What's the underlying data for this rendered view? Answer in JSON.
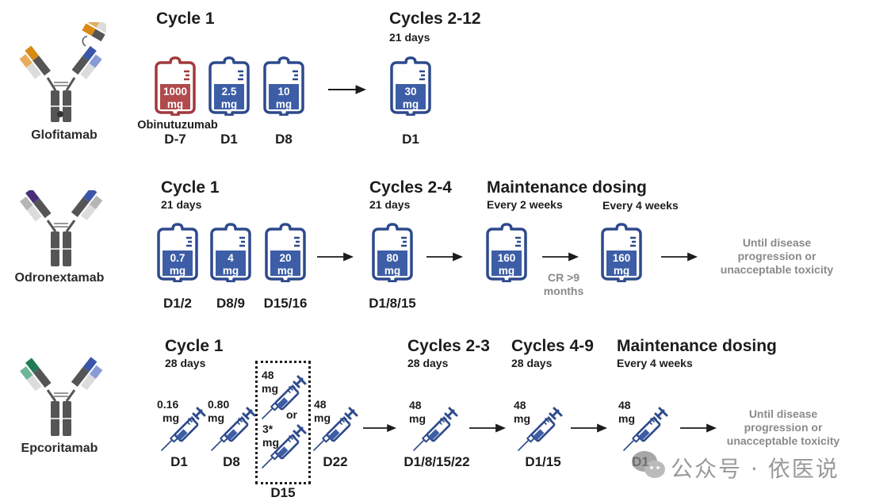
{
  "colors": {
    "bag_blue": "#2e4a8c",
    "bag_fill_blue": "#3d5ea6",
    "bag_red": "#a2393b",
    "bag_fill_red": "#b04a4c",
    "syringe_blue": "#2e4a8c",
    "text_dark": "#1c1c1c",
    "text_grey": "#8a8a8a"
  },
  "rows": [
    {
      "drug": "Glofitamab",
      "antibody_icon": "bispecific-antibody-glofitamab-icon",
      "blocks": [
        {
          "title": "Cycle 1",
          "subtitle": ""
        },
        {
          "title": "Cycles 2-12",
          "subtitle": "21 days"
        }
      ],
      "doses": [
        {
          "amount": "1000",
          "unit": "mg",
          "day": "D-7",
          "note": "Obinutuzumab",
          "type": "iv-bag",
          "color": "red"
        },
        {
          "amount": "2.5",
          "unit": "mg",
          "day": "D1",
          "type": "iv-bag",
          "color": "blue"
        },
        {
          "amount": "10",
          "unit": "mg",
          "day": "D8",
          "type": "iv-bag",
          "color": "blue"
        },
        {
          "amount": "30",
          "unit": "mg",
          "day": "D1",
          "type": "iv-bag",
          "color": "blue"
        }
      ]
    },
    {
      "drug": "Odronextamab",
      "antibody_icon": "bispecific-antibody-odronextamab-icon",
      "blocks": [
        {
          "title": "Cycle 1",
          "subtitle": "21 days"
        },
        {
          "title": "Cycles 2-4",
          "subtitle": "21 days"
        },
        {
          "title": "Maintenance dosing",
          "subtitle": "Every 2 weeks"
        },
        {
          "title": "",
          "subtitle": "Every 4 weeks"
        }
      ],
      "doses": [
        {
          "amount": "0.7",
          "unit": "mg",
          "day": "D1/2",
          "type": "iv-bag",
          "color": "blue"
        },
        {
          "amount": "4",
          "unit": "mg",
          "day": "D8/9",
          "type": "iv-bag",
          "color": "blue"
        },
        {
          "amount": "20",
          "unit": "mg",
          "day": "D15/16",
          "type": "iv-bag",
          "color": "blue"
        },
        {
          "amount": "80",
          "unit": "mg",
          "day": "D1/8/15",
          "type": "iv-bag",
          "color": "blue"
        },
        {
          "amount": "160",
          "unit": "mg",
          "day": "",
          "type": "iv-bag",
          "color": "blue"
        },
        {
          "amount": "160",
          "unit": "mg",
          "day": "",
          "type": "iv-bag",
          "color": "blue"
        }
      ],
      "transition_note": [
        "CR >9",
        "months"
      ],
      "end_note": [
        "Until disease",
        "progression or",
        "unacceptable toxicity"
      ]
    },
    {
      "drug": "Epcoritamab",
      "antibody_icon": "bispecific-antibody-epcoritamab-icon",
      "blocks": [
        {
          "title": "Cycle 1",
          "subtitle": "28 days"
        },
        {
          "title": "Cycles 2-3",
          "subtitle": "28 days"
        },
        {
          "title": "Cycles 4-9",
          "subtitle": "28 days"
        },
        {
          "title": "Maintenance dosing",
          "subtitle": "Every 4 weeks"
        }
      ],
      "doses": [
        {
          "amount": "0.16",
          "unit": "mg",
          "day": "D1",
          "type": "syringe"
        },
        {
          "amount": "0.80",
          "unit": "mg",
          "day": "D8",
          "type": "syringe"
        },
        {
          "amount": "48",
          "unit": "mg",
          "day": "D15",
          "type": "syringe",
          "option": "a"
        },
        {
          "amount": "3*",
          "unit": "mg",
          "day": "D15",
          "type": "syringe",
          "option": "b"
        },
        {
          "amount": "48",
          "unit": "mg",
          "day": "D22",
          "type": "syringe"
        },
        {
          "amount": "48",
          "unit": "mg",
          "day": "D1/8/15/22",
          "type": "syringe"
        },
        {
          "amount": "48",
          "unit": "mg",
          "day": "D1/15",
          "type": "syringe"
        },
        {
          "amount": "48",
          "unit": "mg",
          "day": "D1",
          "type": "syringe"
        }
      ],
      "or_label": "or",
      "end_note": [
        "Until disease",
        "progression or",
        "unacceptable toxicity"
      ]
    }
  ],
  "watermark": {
    "text": "公众号 · 依医说",
    "icon": "wechat-icon"
  }
}
